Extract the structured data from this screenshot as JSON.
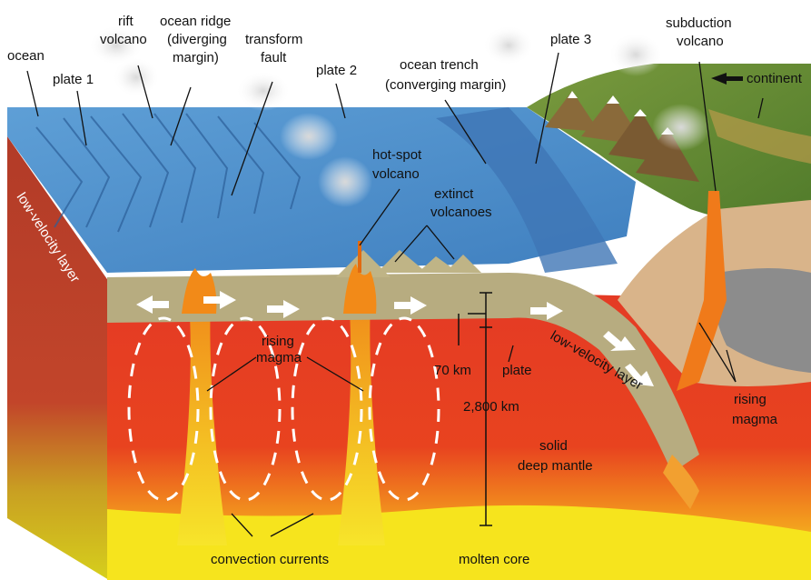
{
  "labels": {
    "ocean": "ocean",
    "plate1": "plate 1",
    "rift_volcano_1": "rift",
    "rift_volcano_2": "volcano",
    "ocean_ridge_1": "ocean ridge",
    "ocean_ridge_2": "(diverging",
    "ocean_ridge_3": "margin)",
    "transform_fault_1": "transform",
    "transform_fault_2": "fault",
    "plate2": "plate 2",
    "ocean_trench_1": "ocean trench",
    "ocean_trench_2": "(converging margin)",
    "plate3": "plate 3",
    "subduction_volcano_1": "subduction",
    "subduction_volcano_2": "volcano",
    "continent": "continent",
    "hot_spot_1": "hot-spot",
    "hot_spot_2": "volcano",
    "extinct_1": "extinct",
    "extinct_2": "volcanoes",
    "low_velocity_side": "low-velocity layer",
    "low_velocity_right": "low-velocity layer",
    "rising_magma_left_1": "rising",
    "rising_magma_left_2": "magma",
    "rising_magma_right_1": "rising",
    "rising_magma_right_2": "magma",
    "thickness_70": "70 km",
    "plate_label": "plate",
    "depth_2800": "2,800 km",
    "solid_mantle_1": "solid",
    "solid_mantle_2": "deep mantle",
    "convection": "convection currents",
    "molten_core": "molten core"
  },
  "colors": {
    "ocean": "#4f8fc9",
    "ocean_deep": "#2f6aa8",
    "mantle": "#e23a26",
    "core": "#f2e01a",
    "crust": "#b8ad82",
    "land": "#6f8f3a",
    "side_wall": "#a83a2a",
    "magma": "#f39a1a"
  }
}
